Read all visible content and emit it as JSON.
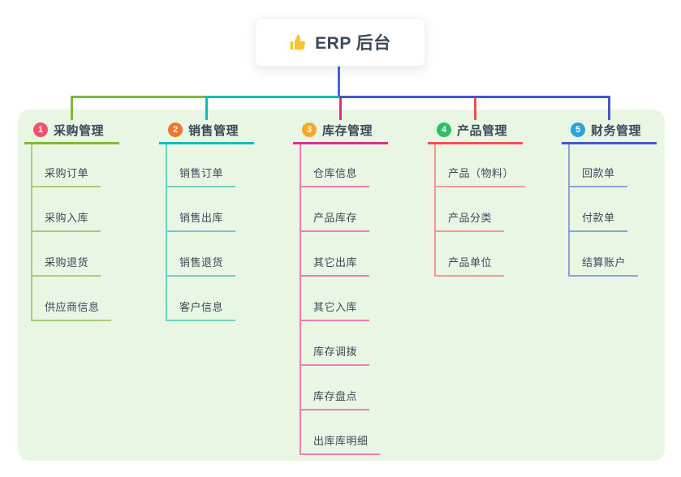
{
  "root": {
    "label": "ERP 后台",
    "icon": "thumbs-up-icon",
    "icon_color": "#F7C32E"
  },
  "panel_color": "#EAF6E4",
  "connector_colors": {
    "root_stem": "#4A64D8",
    "spine_right": "#3E5BC8"
  },
  "text_color": "#3B4859",
  "branches": [
    {
      "badge": "1",
      "badge_color": "#F4516C",
      "line_color": "#7CB93E",
      "child_line_color": "#A6CF78",
      "label": "采购管理",
      "children": [
        "采购订单",
        "采购入库",
        "采购退货",
        "供应商信息"
      ]
    },
    {
      "badge": "2",
      "badge_color": "#F2762E",
      "line_color": "#14BDB2",
      "child_line_color": "#6FCFC5",
      "label": "销售管理",
      "children": [
        "销售订单",
        "销售出库",
        "销售退货",
        "客户信息"
      ]
    },
    {
      "badge": "3",
      "badge_color": "#F7A928",
      "line_color": "#DB2D92",
      "child_line_color": "#F27BB4",
      "label": "库存管理",
      "children": [
        "仓库信息",
        "产品库存",
        "其它出库",
        "其它入库",
        "库存调拨",
        "库存盘点",
        "出库库明细"
      ]
    },
    {
      "badge": "4",
      "badge_color": "#2EBE64",
      "line_color": "#F0504E",
      "child_line_color": "#F59793",
      "label": "产品管理",
      "children": [
        "产品（物料）",
        "产品分类",
        "产品单位"
      ]
    },
    {
      "badge": "5",
      "badge_color": "#2BA3DC",
      "line_color": "#3E5BC8",
      "child_line_color": "#8AA3DE",
      "label": "财务管理",
      "children": [
        "回款单",
        "付款单",
        "结算账户"
      ]
    }
  ]
}
